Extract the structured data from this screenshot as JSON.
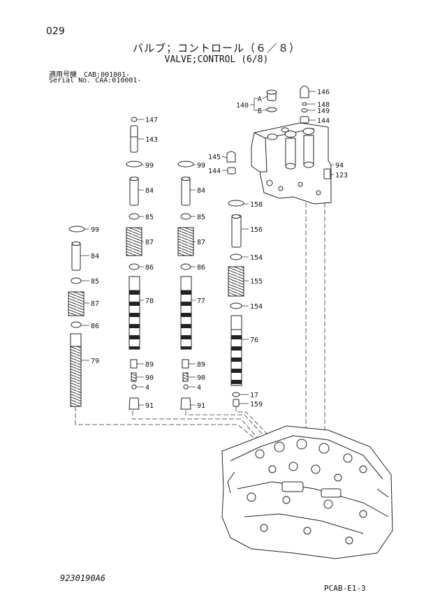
{
  "header": {
    "page_number": "029",
    "title_jp": "バルブ；コントロール（６／８）",
    "title_en": "VALVE;CONTROL (6/8)",
    "serial_line_1": "適用号機　CAB:001001-",
    "serial_line_2": "Serial No. CAA:010001-"
  },
  "footer": {
    "drawing_number": "9230190A6",
    "sheet_code": "PCAB-E1-3"
  },
  "labels": {
    "p147": "147",
    "p143": "143",
    "p99a": "99",
    "p99b": "99",
    "p99c": "99",
    "p84a": "84",
    "p84b": "84",
    "p84c": "84",
    "p85a": "85",
    "p85b": "85",
    "p85c": "85",
    "p87a": "87",
    "p87b": "87",
    "p87c": "87",
    "p86a": "86",
    "p86b": "86",
    "p86c": "86",
    "p78": "78",
    "p77": "77",
    "p79": "79",
    "p89a": "89",
    "p89b": "89",
    "p90a": "90",
    "p90b": "90",
    "p4a": "4",
    "p4b": "4",
    "p91a": "91",
    "p91b": "91",
    "p158": "158",
    "p156": "156",
    "p154a": "154",
    "p154b": "154",
    "p155": "155",
    "p76": "76",
    "p17": "17",
    "p159": "159",
    "p146": "146",
    "p148": "148",
    "p149": "149",
    "p144a": "144",
    "p140": "140",
    "pA": "A",
    "pB": "B",
    "p145": "145",
    "p144b": "144",
    "p94": "94",
    "p123": "123"
  }
}
